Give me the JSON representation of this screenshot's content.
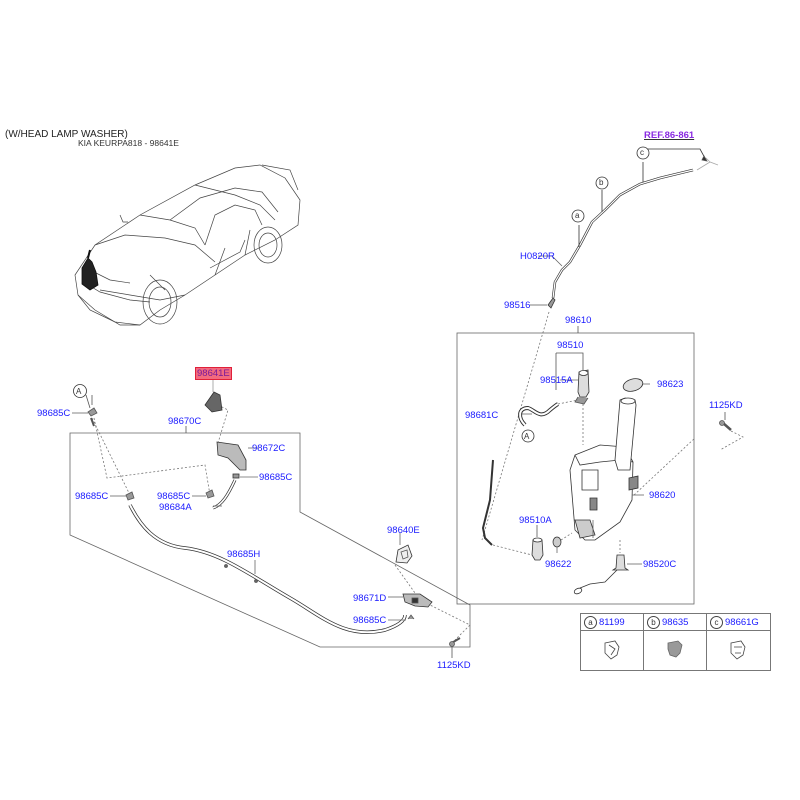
{
  "header": {
    "title": "(W/HEAD LAMP WASHER)",
    "subtitle": "KIA KEURPA818 - 98641E"
  },
  "reference": {
    "label": "REF.86-861",
    "color": "#8a2be2"
  },
  "highlighted_part": {
    "code": "98641E",
    "highlight_color": "#f26a7e"
  },
  "colors": {
    "label": "#1a1aff",
    "line": "#555555",
    "highlight_border": "#e0203a"
  },
  "callouts": {
    "A_top": "A",
    "A_reservoir": "A",
    "a": "a",
    "b": "b",
    "c": "c"
  },
  "labels": {
    "p98685C_1": "98685C",
    "p98670C": "98670C",
    "p98672C": "98672C",
    "p98685C_2": "98685C",
    "p98685C_3": "98685C",
    "p98685C_4": "98685C",
    "p98684A": "98684A",
    "p98685H": "98685H",
    "p98640E": "98640E",
    "p98671D": "98671D",
    "p98685C_5": "98685C",
    "p1125KD_1": "1125KD",
    "pH0820R": "H0820R",
    "p98516": "98516",
    "p98610": "98610",
    "p98510": "98510",
    "p98515A": "98515A",
    "p98623": "98623",
    "p98681C": "98681C",
    "p1125KD_2": "1125KD",
    "p98620": "98620",
    "p98510A": "98510A",
    "p98622": "98622",
    "p98520C": "98520C"
  },
  "legend": [
    {
      "letter": "a",
      "code": "81199"
    },
    {
      "letter": "b",
      "code": "98635"
    },
    {
      "letter": "c",
      "code": "98661G"
    }
  ]
}
